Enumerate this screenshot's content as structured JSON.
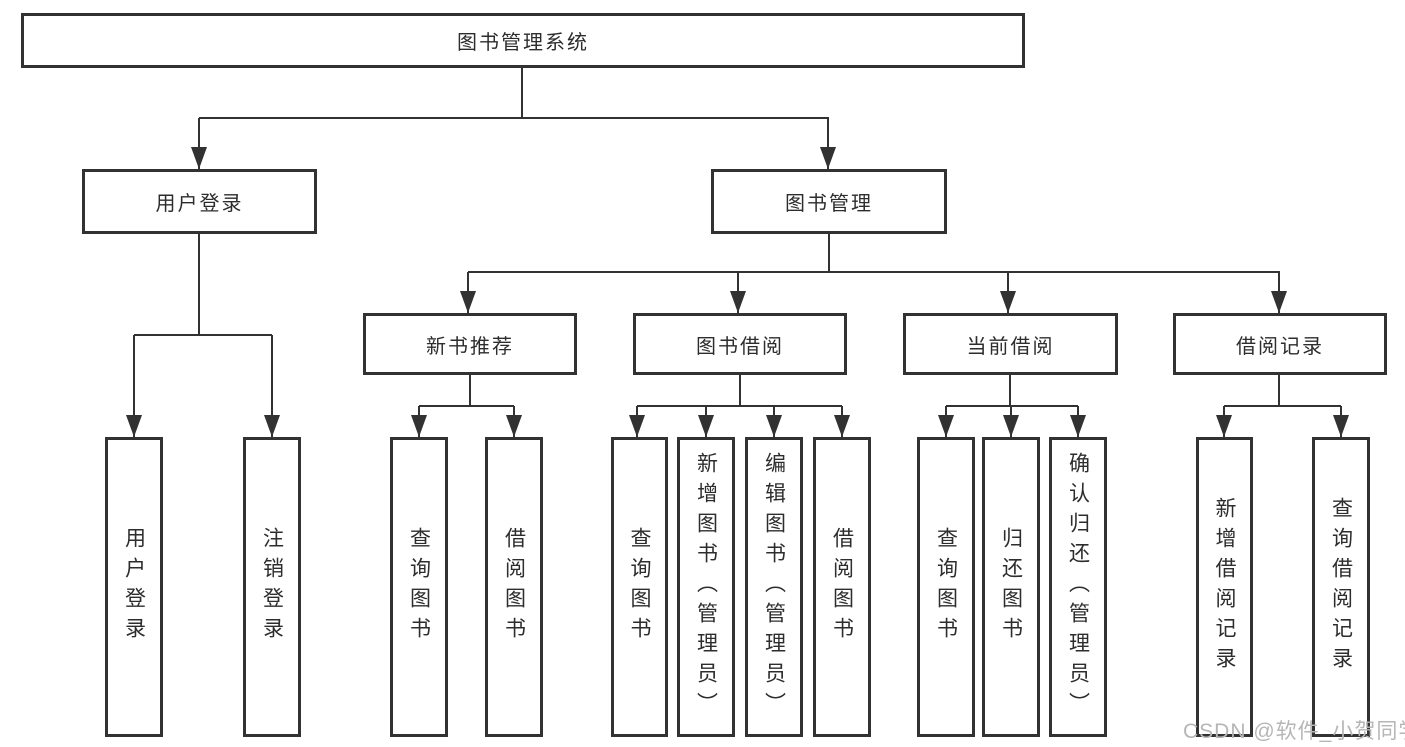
{
  "nodes": {
    "root": "图书管理系统",
    "user_login": "用户登录",
    "book_mgmt": "图书管理",
    "new_book_rec": "新书推荐",
    "book_borrow": "图书借阅",
    "current_borrow": "当前借阅",
    "borrow_records": "借阅记录",
    "leaf_user_login": "用户登录",
    "leaf_logout": "注销登录",
    "leaf_query_book_rec": "查询图书",
    "leaf_borrow_book_rec": "借阅图书",
    "leaf_query_book_borrow": "查询图书",
    "leaf_add_book": "新增图书（管理员）",
    "leaf_edit_book": "编辑图书（管理员）",
    "leaf_borrow_book_borrow": "借阅图书",
    "leaf_query_book_current": "查询图书",
    "leaf_return_book": "归还图书",
    "leaf_confirm_return": "确认归还（管理员）",
    "leaf_add_borrow_record": "新增借阅记录",
    "leaf_query_borrow_record": "查询借阅记录"
  },
  "watermark": {
    "text": "CSDN @软件_小贺同学"
  },
  "colors": {
    "line": "#323232",
    "text": "#2d2d2d",
    "watermark": "#b6b6b6",
    "background": "#ffffff"
  }
}
